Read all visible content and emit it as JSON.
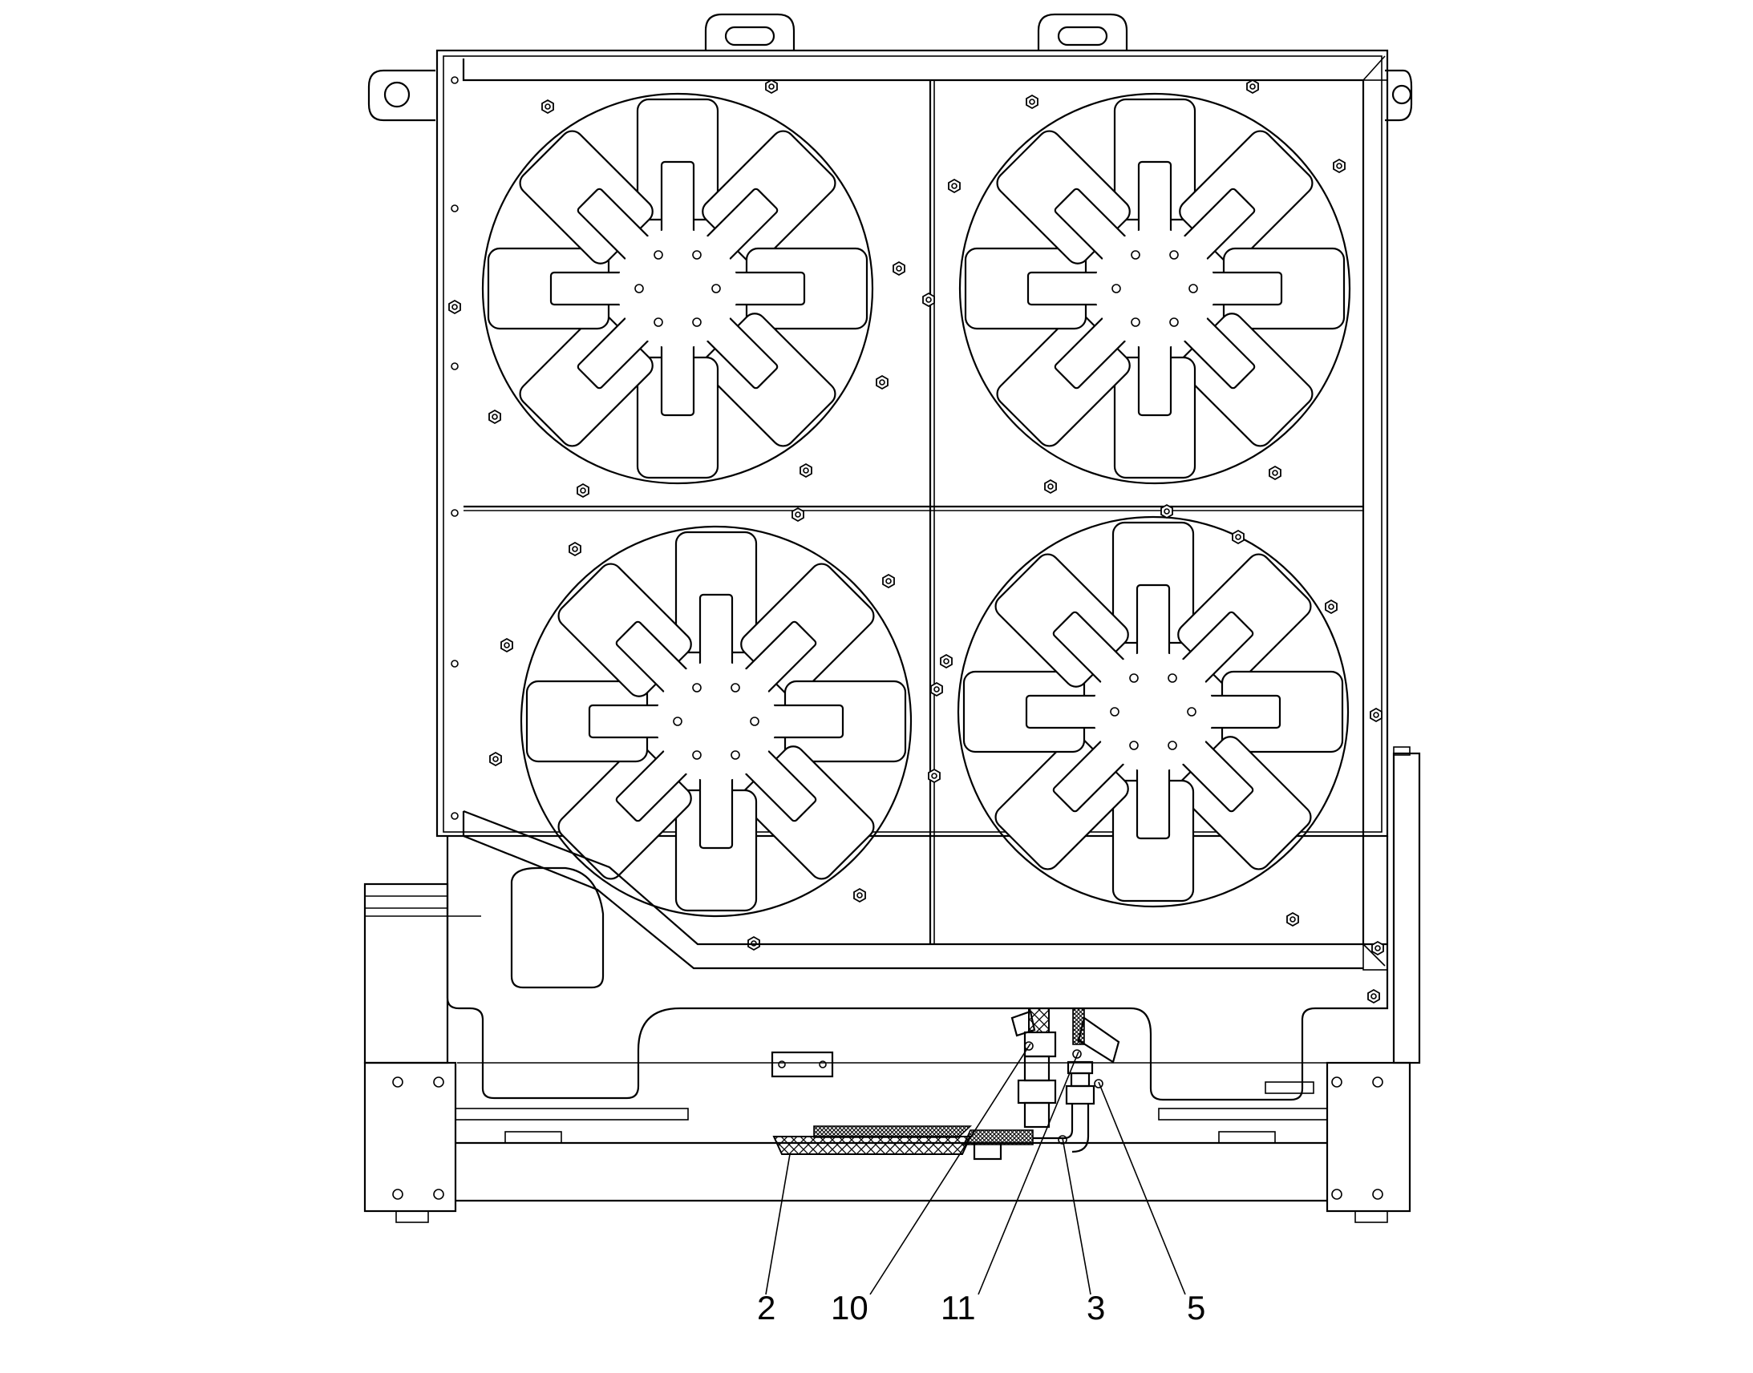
{
  "drawing": {
    "callouts": [
      {
        "label": "2"
      },
      {
        "label": "10"
      },
      {
        "label": "11"
      },
      {
        "label": "3"
      },
      {
        "label": "5"
      }
    ]
  }
}
